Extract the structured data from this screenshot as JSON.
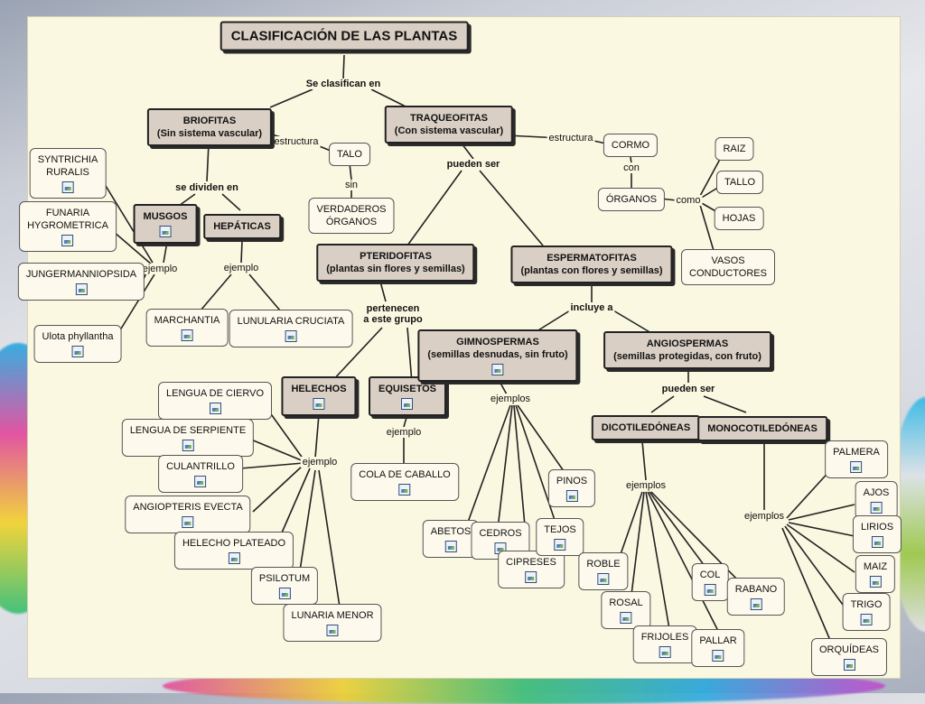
{
  "title": "CLASIFICACIÓN DE LAS PLANTAS",
  "colors": {
    "concept_fill": "#d9cfc4",
    "leaf_fill": "#fdf9ec",
    "canvas": "#fbf8e1",
    "line": "#222222"
  },
  "labels": {
    "se_clasifican": "Se clasifican en",
    "estructura_bri": "estructura",
    "sin": "sin",
    "se_dividen": "se dividen en",
    "ejemplo_musgos": "ejemplo",
    "ejemplo_hepaticas": "ejemplo",
    "estructura_tra": "estructura",
    "con": "con",
    "como": "como",
    "pueden_ser_tra": "pueden ser",
    "pertenecen": "pertenecen\na este grupo",
    "incluye": "incluye a",
    "ejemplo_helechos": "ejemplo",
    "ejemplo_equisetos": "ejemplo",
    "ejemplos_gimno": "ejemplos",
    "pueden_ser_angio": "pueden ser",
    "ejemplos_dicot": "ejemplos",
    "ejemplos_monocot": "ejemplos"
  },
  "concepts": {
    "briofitas": "BRIOFITAS\n(Sin sistema vascular)",
    "traqueofitas": "TRAQUEOFITAS\n(Con sistema vascular)",
    "musgos": "MUSGOS",
    "hepaticas": "HEPÁTICAS",
    "pteridofitas": "PTERIDOFITAS\n(plantas sin flores y semillas)",
    "espermatofitas": "ESPERMATOFITAS\n(plantas con flores y semillas)",
    "helechos": "HELECHOS",
    "equisetos": "EQUISETOS",
    "gimnospermas": "GIMNOSPERMAS\n(semillas desnudas, sin fruto)",
    "angiospermas": "ANGIOSPERMAS\n(semillas protegidas, con fruto)",
    "dicot": "DICOTILEDÓNEAS",
    "monocot": "MONOCOTILEDÓNEAS"
  },
  "leaves": {
    "talo": "TALO",
    "verdaderos_organos": "VERDADEROS\nÓRGANOS",
    "cormo": "CORMO",
    "organos": "ÓRGANOS",
    "raiz": "RAIZ",
    "tallo": "TALLO",
    "hojas": "HOJAS",
    "vasos": "VASOS\nCONDUCTORES",
    "syntrichia": "SYNTRICHIA\nRURALIS",
    "funaria": "FUNARIA\nHYGROMETRICA",
    "jungermannio": "JUNGERMANNIOPSIDA",
    "ulota": "Ulota phyllantha",
    "marchantia": "MARCHANTIA",
    "lunularia": "LUNULARIA CRUCIATA",
    "lengua_ciervo": "LENGUA DE CIERVO",
    "lengua_serpiente": "LENGUA DE SERPIENTE",
    "culantrillo": "CULANTRILLO",
    "angiopteris": "ANGIOPTERIS EVECTA",
    "helecho_plateado": "HELECHO PLATEADO",
    "psilotum": "PSILOTUM",
    "lunaria_menor": "LUNARIA MENOR",
    "cola_caballo": "COLA DE CABALLO",
    "abetos": "ABETOS",
    "cedros": "CEDROS",
    "cipreses": "CIPRESES",
    "tejos": "TEJOS",
    "pinos": "PINOS",
    "roble": "ROBLE",
    "rosal": "ROSAL",
    "frijoles": "FRIJOLES",
    "pallar": "PALLAR",
    "col": "COL",
    "rabano": "RABANO",
    "palmera": "PALMERA",
    "ajos": "AJOS",
    "lirios": "LIRIOS",
    "maiz": "MAIZ",
    "trigo": "TRIGO",
    "orquideas": "ORQUÍDEAS"
  }
}
